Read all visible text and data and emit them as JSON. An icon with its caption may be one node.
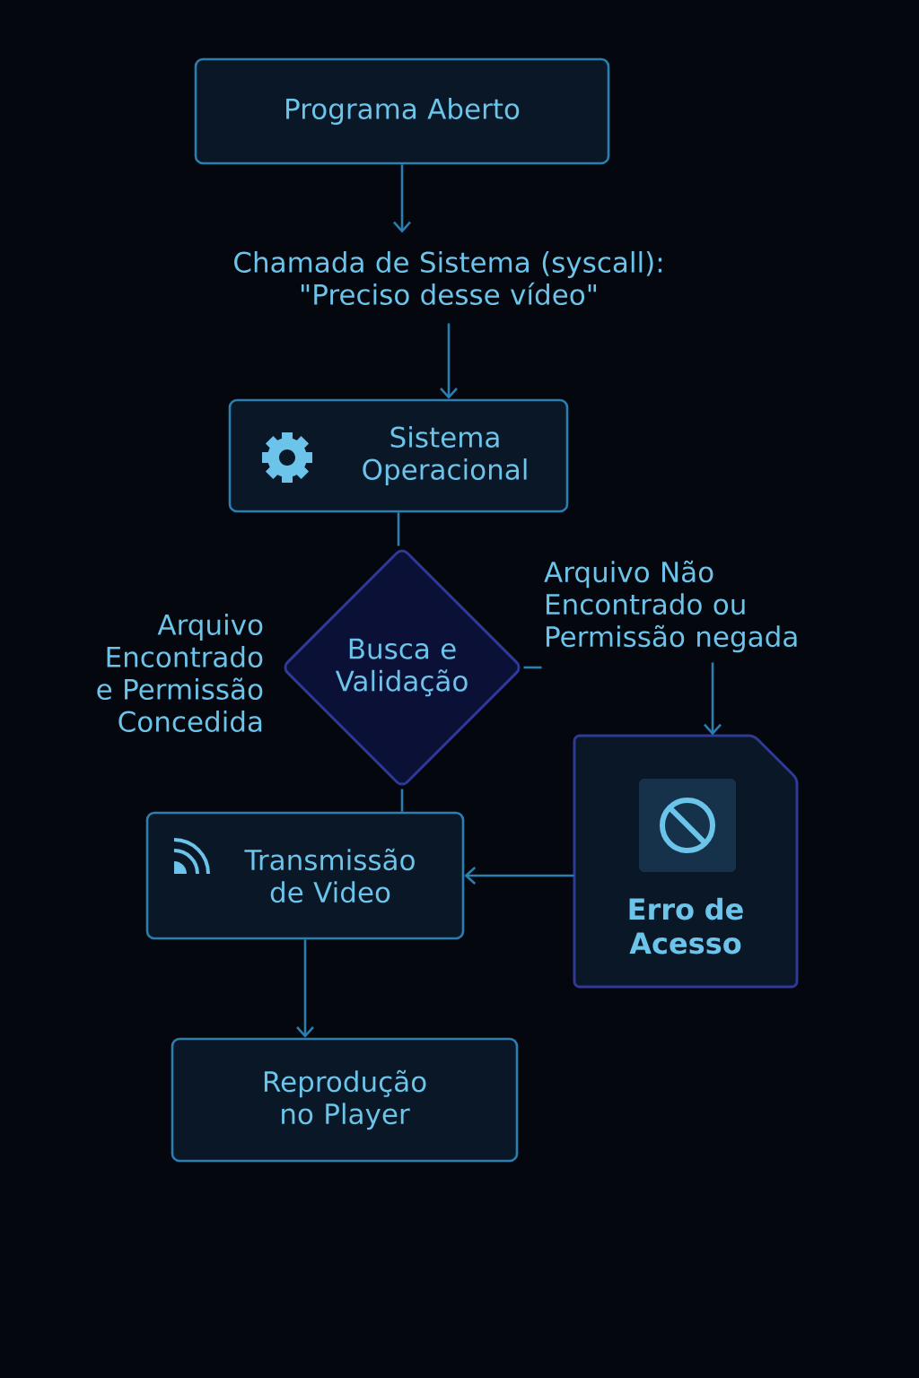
{
  "diagram": {
    "nodes": [
      {
        "text": [
          "Programa Aberto"
        ]
      },
      {
        "text": [
          "Chamada de Sistema (syscall): \"Preciso desse vídeo\""
        ]
      },
      {
        "text": [
          "Sistema Operacional"
        ]
      },
      {
        "text": [
          "Busca e Validação"
        ]
      },
      {
        "text": [
          "Arquivo Não Encontrado ou Permissão negada"
        ]
      },
      {
        "text": [
          "Transmissão de Video"
        ]
      },
      {
        "text": [
          "Erro de Acesso"
        ]
      },
      {
        "text": [
          "Reprodução no Player"
        ]
      }
    ],
    "edges": [
      {
        "from": 0,
        "to": 1,
        "arrow": "to"
      },
      {
        "from": 1,
        "to": 2,
        "arrow": "to"
      },
      {
        "from": 2,
        "to": 3,
        "arrow": "none"
      },
      {
        "from": 3,
        "to": 4,
        "arrow": "none"
      },
      {
        "from": 4,
        "to": 6,
        "arrow": "to"
      },
      {
        "from": 3,
        "to": 5,
        "arrow": "none"
      },
      {
        "from": 6,
        "to": 5,
        "arrow": "to"
      },
      {
        "from": 5,
        "to": 7,
        "arrow": "to"
      }
    ],
    "labels": [
      "Arquivo Encontrado e Permissão Concedida"
    ]
  }
}
